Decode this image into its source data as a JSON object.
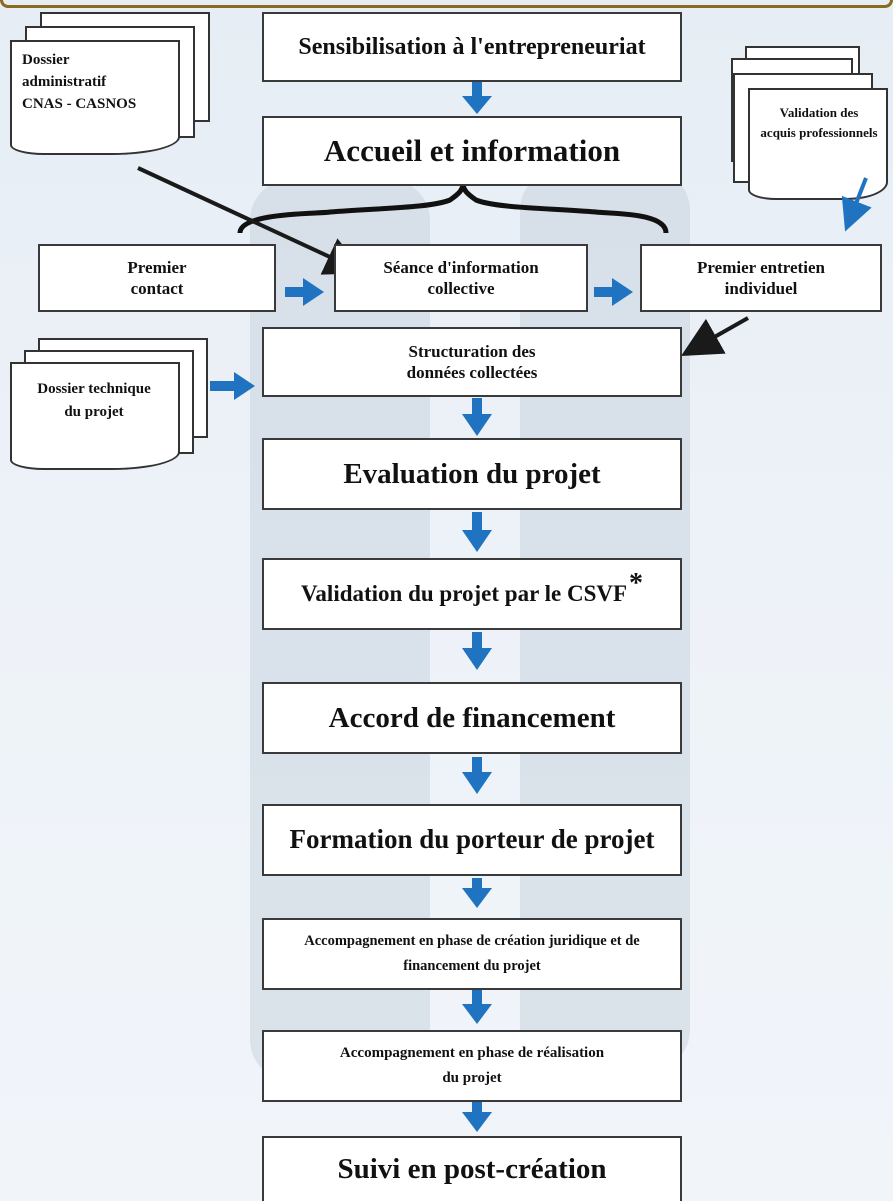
{
  "steps": {
    "sensibilisation": "Sensibilisation à l'entrepreneuriat",
    "accueil": "Accueil et information",
    "premier_contact": [
      "Premier",
      "contact"
    ],
    "seance_info": [
      "Séance d'information",
      "collective"
    ],
    "premier_entretien": [
      "Premier entretien",
      "individuel"
    ],
    "structuration": [
      "Structuration des",
      "données collectées"
    ],
    "evaluation": "Evaluation du projet",
    "validation": "Validation du projet par le CSVF",
    "validation_mark": "*",
    "accord": "Accord de financement",
    "formation": "Formation du porteur de projet",
    "accompagnement_creation": [
      "Accompagnement en phase de création juridique et de",
      "financement du projet"
    ],
    "accompagnement_realisation": [
      "Accompagnement en phase de réalisation",
      "du projet"
    ],
    "suivi": "Suivi en post-création"
  },
  "documents": {
    "dossier_admin": [
      "Dossier",
      "administratif",
      "CNAS - CASNOS"
    ],
    "validation_acquis": [
      "Validation des",
      "acquis professionnels"
    ],
    "dossier_technique": [
      "Dossier technique",
      "du projet"
    ]
  },
  "colors": {
    "arrow_blue": "#1f73c0",
    "arrow_dark": "#1a1a1a",
    "border": "#3a3a3a",
    "frame_gold": "#8a6a1e"
  }
}
